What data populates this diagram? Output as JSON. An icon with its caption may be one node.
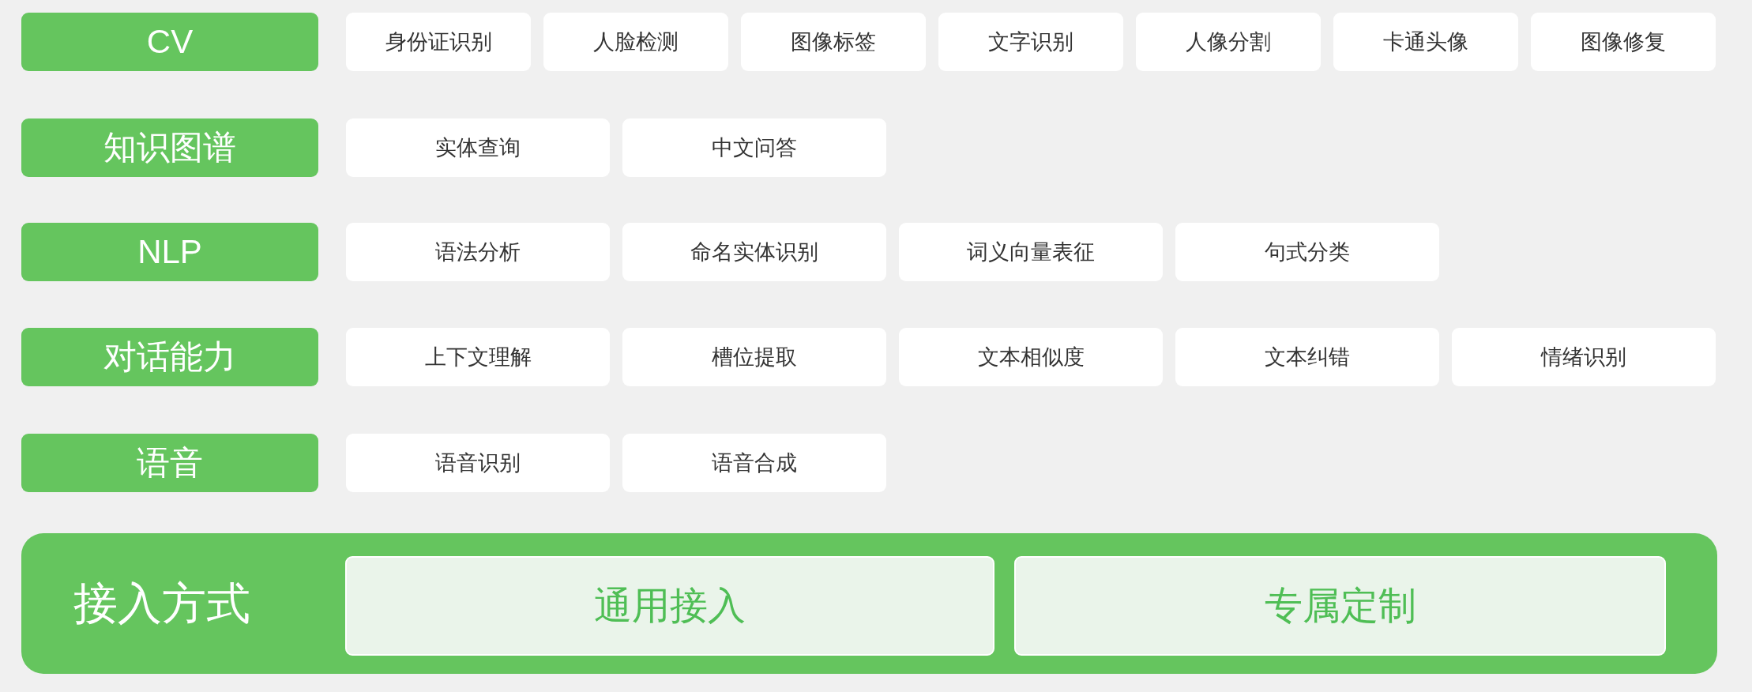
{
  "diagram": {
    "nodes": [
      {
        "text": [
          "CV"
        ]
      },
      {
        "text": [
          "身份证识别"
        ]
      },
      {
        "text": [
          "人脸检测"
        ]
      },
      {
        "text": [
          "图像标签"
        ]
      },
      {
        "text": [
          "文字识别"
        ]
      },
      {
        "text": [
          "人像分割"
        ]
      },
      {
        "text": [
          "卡通头像"
        ]
      },
      {
        "text": [
          "图像修复"
        ]
      },
      {
        "text": [
          "知识图谱"
        ]
      },
      {
        "text": [
          "实体查询"
        ]
      },
      {
        "text": [
          "中文问答"
        ]
      },
      {
        "text": [
          "NLP"
        ]
      },
      {
        "text": [
          "语法分析"
        ]
      },
      {
        "text": [
          "命名实体识别"
        ]
      },
      {
        "text": [
          "词义向量表征"
        ]
      },
      {
        "text": [
          "句式分类"
        ]
      },
      {
        "text": [
          "对话能力"
        ]
      },
      {
        "text": [
          "上下文理解"
        ]
      },
      {
        "text": [
          "槽位提取"
        ]
      },
      {
        "text": [
          "文本相似度"
        ]
      },
      {
        "text": [
          "文本纠错"
        ]
      },
      {
        "text": [
          "情绪识别"
        ]
      },
      {
        "text": [
          "语音"
        ]
      },
      {
        "text": [
          "语音识别"
        ]
      },
      {
        "text": [
          "语音合成"
        ]
      },
      {
        "text": [
          "接入方式"
        ]
      },
      {
        "text": [
          "通用接入"
        ],
        "in": 25
      },
      {
        "text": [
          "专属定制"
        ],
        "in": 25
      }
    ]
  }
}
